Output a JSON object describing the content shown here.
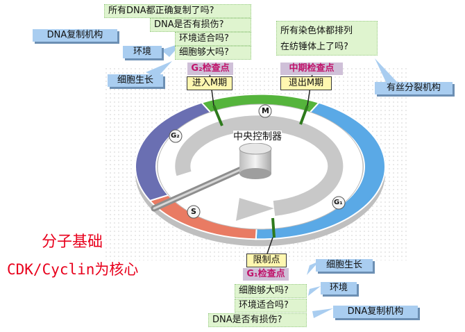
{
  "top_questions": [
    "所有DNA都正确复制了吗?",
    "DNA是否有损伤?",
    "环境适合吗?",
    "细胞够大吗?"
  ],
  "top_right_questions": [
    "所有染色体都排列",
    "在纺锤体上了吗?"
  ],
  "g2_checkpoint": {
    "title": "G₂检查点",
    "label": "进入M期"
  },
  "m_checkpoint": {
    "title": "中期检查点",
    "label": "退出M期"
  },
  "g1_checkpoint": {
    "label": "限制点",
    "title": "G₁检查点"
  },
  "left_mechanisms": {
    "dna": "DNA复制机构",
    "env": "环境",
    "growth": "细胞生长"
  },
  "right_mechanism": "有丝分裂机构",
  "bottom_questions": [
    "细胞够大吗?",
    "环境适合吗?",
    "DNA是否有损伤?"
  ],
  "bottom_mechanisms": {
    "growth": "细胞生长",
    "env": "环境",
    "dna": "DNA复制机构"
  },
  "cycle": {
    "center": "中央控制器",
    "phases": {
      "M": "M",
      "G1": "G₁",
      "S": "S",
      "G2": "G₂"
    }
  },
  "caption": {
    "line1": "分子基础",
    "line2": "CDK/Cyclin为核心"
  },
  "colors": {
    "M": "#55b43c",
    "G1": "#5aa9e6",
    "S": "#e97b63",
    "G2": "#6a6fb2",
    "question_bg": "#dff4cf",
    "mechanism_bg": "#a9cdf0",
    "checkpoint_bg": "#fff7b0",
    "caption": "#e8001c"
  }
}
